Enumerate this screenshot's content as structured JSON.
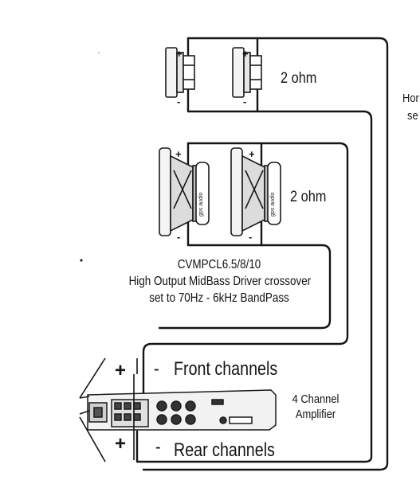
{
  "tweeter_pair": {
    "impedance_label": "2 ohm"
  },
  "midbass_pair": {
    "impedance_label": "2 ohm",
    "brand_text": "gps audio"
  },
  "crossover_note": {
    "line1": "CVMPCL6.5/8/10",
    "line2": "High Output MidBass Driver crossover",
    "line3": "set to 70Hz - 6kHz BandPass"
  },
  "amplifier": {
    "line1": "4 Channel",
    "line2": "Amplifier"
  },
  "front_channels": {
    "plus": "+",
    "minus": "-",
    "label": "Front channels"
  },
  "rear_channels": {
    "plus": "+",
    "minus": "-",
    "label": "Rear channels"
  },
  "speaker_terminals": {
    "plus": "+",
    "minus": "-"
  },
  "side_note": {
    "line1": "Hor",
    "line2": "se"
  }
}
